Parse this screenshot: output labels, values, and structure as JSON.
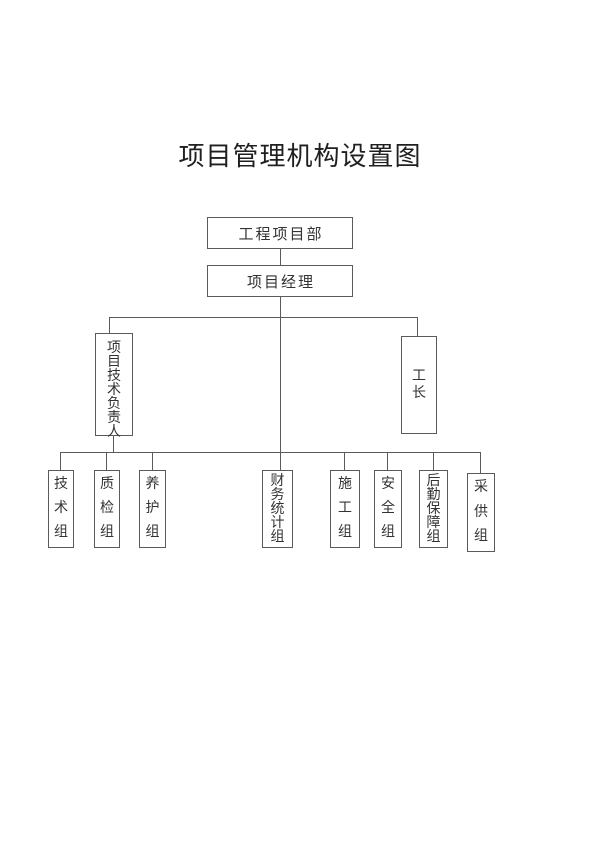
{
  "title": "项目管理机构设置图",
  "org": {
    "root": "工程项目部",
    "manager": "项目经理",
    "tech_lead": "项目技术负责人",
    "foreman": "工长",
    "groups": [
      "技术组",
      "质检组",
      "养护组",
      "财务统计组",
      "施工组",
      "安全组",
      "后勤保障组",
      "采供组"
    ]
  },
  "colors": {
    "line": "#5a5a5a",
    "text": "#333333",
    "background": "#ffffff"
  }
}
